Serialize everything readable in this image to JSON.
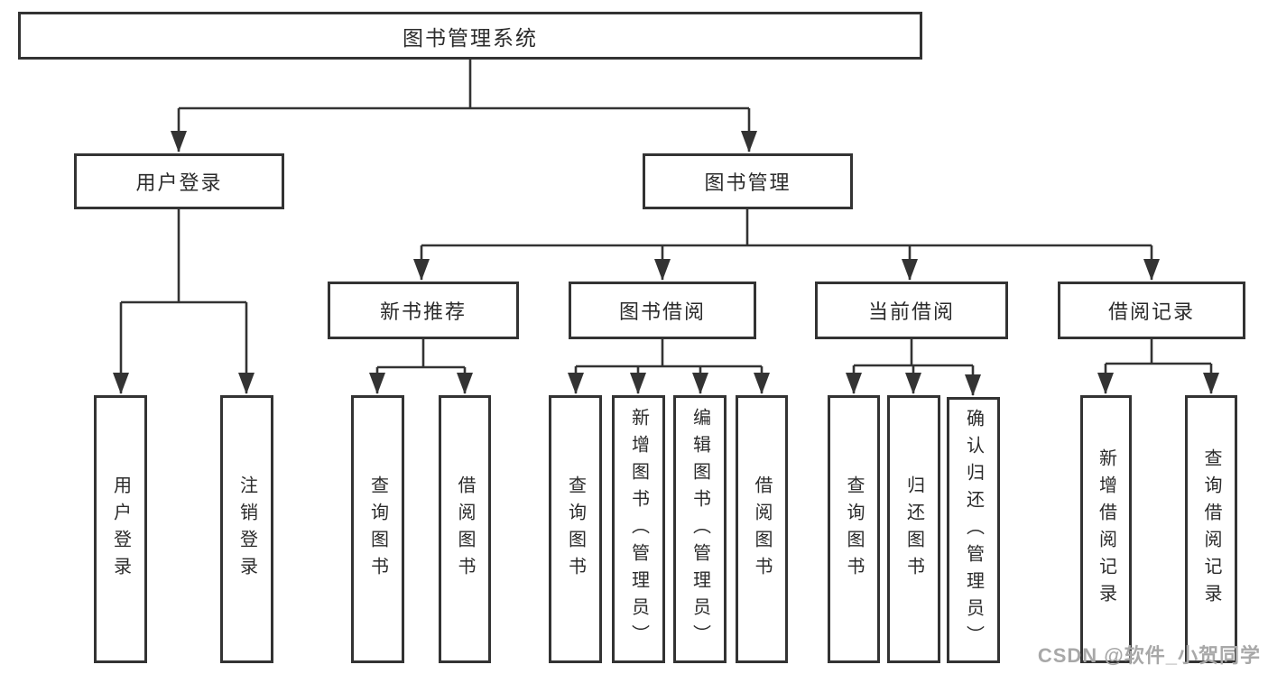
{
  "colors": {
    "background": "#ffffff",
    "box_border": "#333333",
    "line": "#333333",
    "arrow_fill": "#333333",
    "text": "#2b2b2b",
    "watermark": "#a8a8a8"
  },
  "tree": {
    "root": {
      "label": "图书管理系统"
    },
    "branches": [
      {
        "label": "用户登录",
        "children": [
          {
            "label": "用户登录"
          },
          {
            "label": "注销登录"
          }
        ]
      },
      {
        "label": "图书管理",
        "children": [
          {
            "label": "新书推荐",
            "children": [
              {
                "label": "查询图书"
              },
              {
                "label": "借阅图书"
              }
            ]
          },
          {
            "label": "图书借阅",
            "children": [
              {
                "label": "查询图书"
              },
              {
                "label": "新增图书（管理员）"
              },
              {
                "label": "编辑图书（管理员）"
              },
              {
                "label": "借阅图书"
              }
            ]
          },
          {
            "label": "当前借阅",
            "children": [
              {
                "label": "查询图书"
              },
              {
                "label": "归还图书"
              },
              {
                "label": "确认归还（管理员）"
              }
            ]
          },
          {
            "label": "借阅记录",
            "children": [
              {
                "label": "新增借阅记录"
              },
              {
                "label": "查询借阅记录"
              }
            ]
          }
        ]
      }
    ]
  },
  "watermark": {
    "text": "CSDN @软件_小贺同学"
  }
}
